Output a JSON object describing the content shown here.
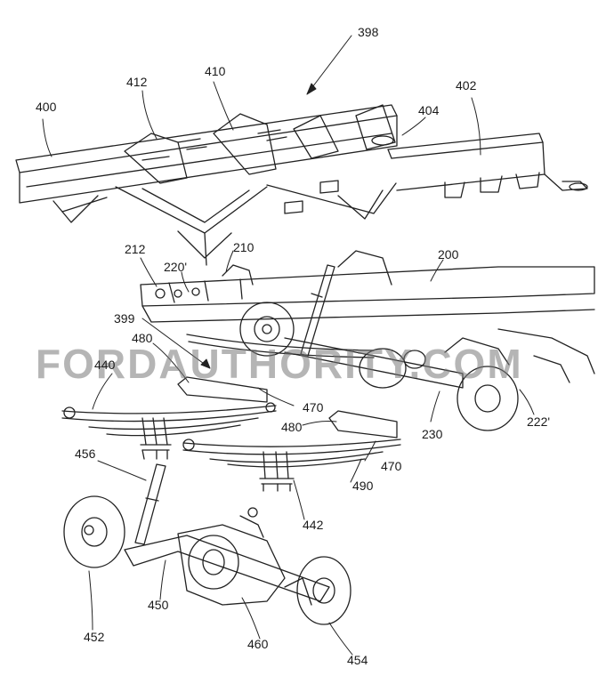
{
  "watermark": "FORDAUTHORITY.COM",
  "labels": {
    "l398": "398",
    "l400": "400",
    "l412": "412",
    "l410": "410",
    "l404": "404",
    "l402": "402",
    "l212": "212",
    "l220p": "220'",
    "l210": "210",
    "l200": "200",
    "l399": "399",
    "l480a": "480",
    "l440": "440",
    "l470a": "470",
    "l480b": "480",
    "l230": "230",
    "l222p": "222'",
    "l470b": "470",
    "l456": "456",
    "l490": "490",
    "l442": "442",
    "l450": "450",
    "l452": "452",
    "l460": "460",
    "l454": "454"
  },
  "colors": {
    "line": "#222222",
    "watermark": "#8a8a8a"
  }
}
